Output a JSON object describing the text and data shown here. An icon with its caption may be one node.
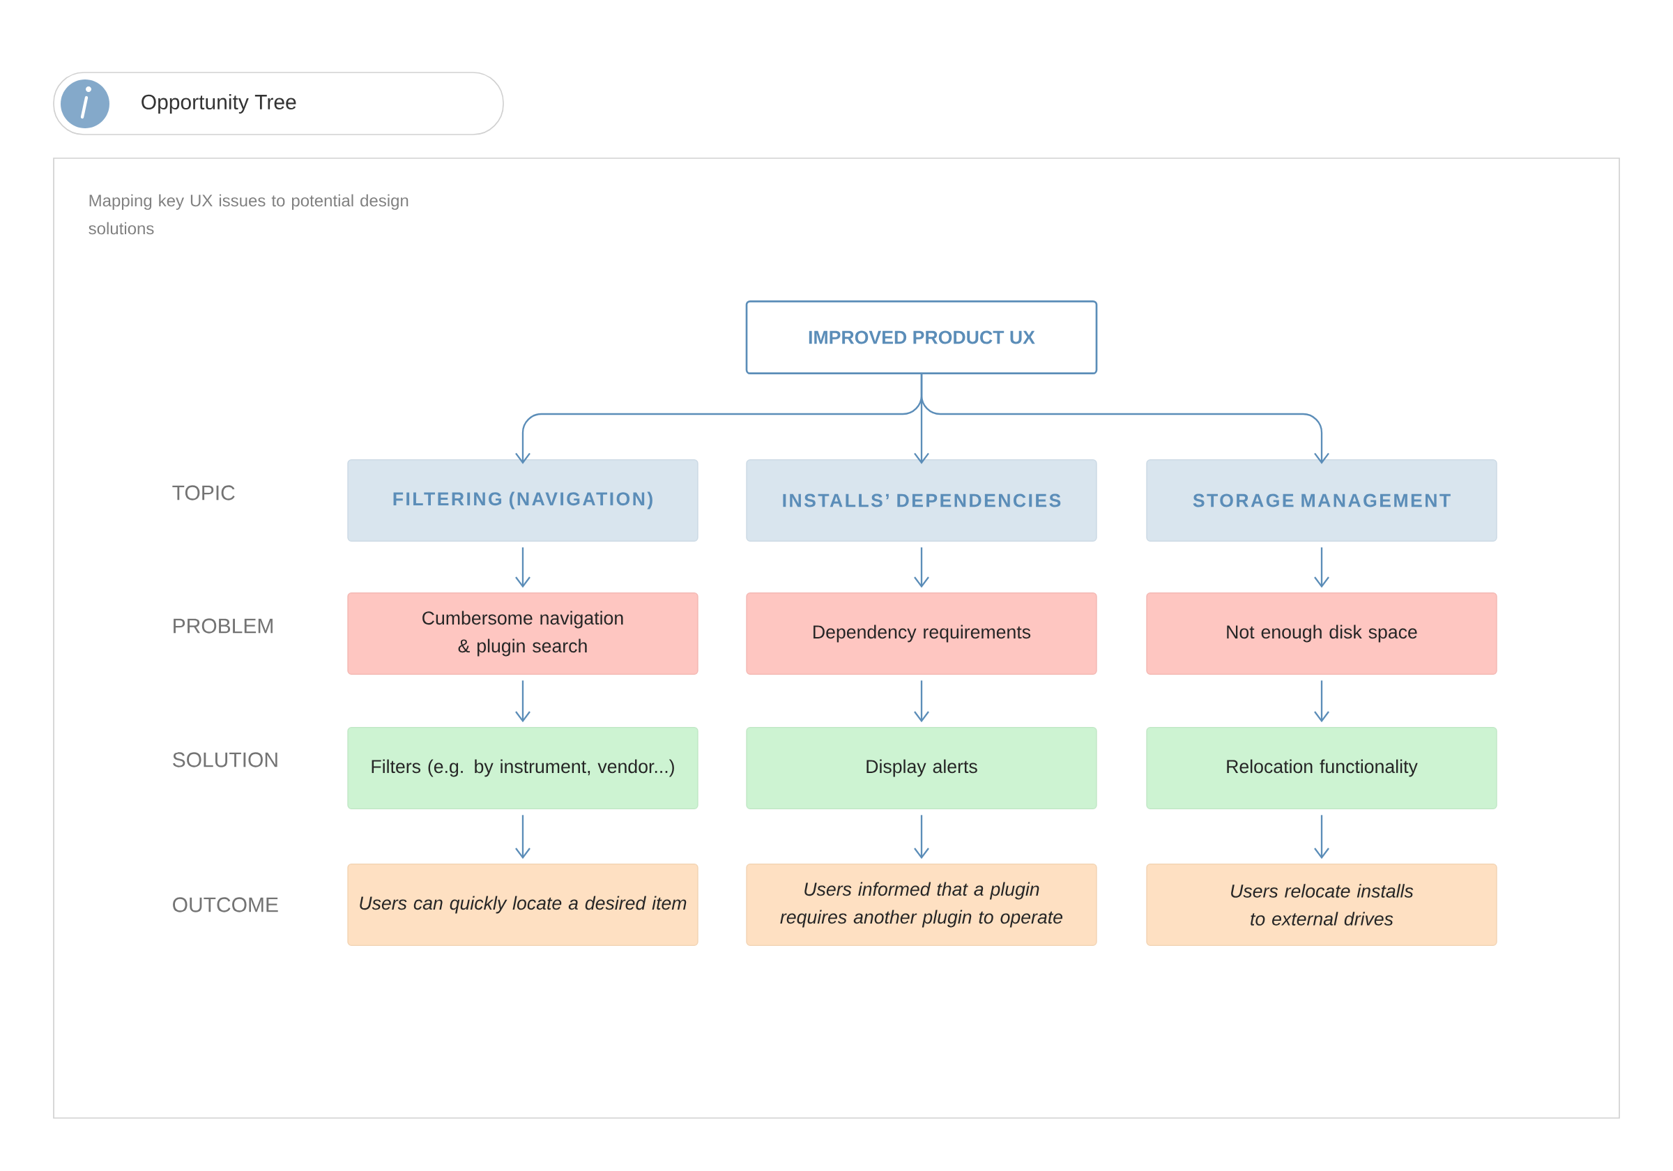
{
  "diagram": {
    "title": "Opportunity Tree",
    "nodes": [
      {
        "text": [
          "IMPROVED PRODUCT UX"
        ]
      },
      {
        "text": [
          "FILTERING (NAVIGATION)"
        ]
      },
      {
        "text": [
          "INSTALLS’ DEPENDENCIES"
        ]
      },
      {
        "text": [
          "STORAGE MANAGEMENT"
        ]
      },
      {
        "text": [
          "Cumbersome navigation & plugin search"
        ]
      },
      {
        "text": [
          "Dependency requirements"
        ]
      },
      {
        "text": [
          "Not enough disk space"
        ]
      },
      {
        "text": [
          "Filters (e.g. by instrument, vendor...)"
        ]
      },
      {
        "text": [
          "Display alerts"
        ]
      },
      {
        "text": [
          "Relocation functionality"
        ]
      },
      {
        "text": [
          "Users can quickly locate a desired item"
        ]
      },
      {
        "text": [
          "Users informed that a plugin requires another plugin to operate"
        ]
      },
      {
        "text": [
          "Users relocate installs to external drives"
        ]
      }
    ],
    "edges": [
      {
        "from": 0,
        "to": 1,
        "arrow": "to"
      },
      {
        "from": 0,
        "to": 2,
        "arrow": "to"
      },
      {
        "from": 0,
        "to": 3,
        "arrow": "to"
      },
      {
        "from": 1,
        "to": 4,
        "arrow": "to"
      },
      {
        "from": 2,
        "to": 5,
        "arrow": "to"
      },
      {
        "from": 3,
        "to": 6,
        "arrow": "to"
      },
      {
        "from": 4,
        "to": 7,
        "arrow": "to"
      },
      {
        "from": 5,
        "to": 8,
        "arrow": "to"
      },
      {
        "from": 6,
        "to": 9,
        "arrow": "to"
      },
      {
        "from": 7,
        "to": 10,
        "arrow": "to"
      },
      {
        "from": 8,
        "to": 11,
        "arrow": "to"
      },
      {
        "from": 9,
        "to": 12,
        "arrow": "to"
      }
    ],
    "labels": [
      "Mapping key UX issues to potential design solutions",
      "TOPIC",
      "PROBLEM",
      "SOLUTION",
      "OUTCOME"
    ]
  }
}
